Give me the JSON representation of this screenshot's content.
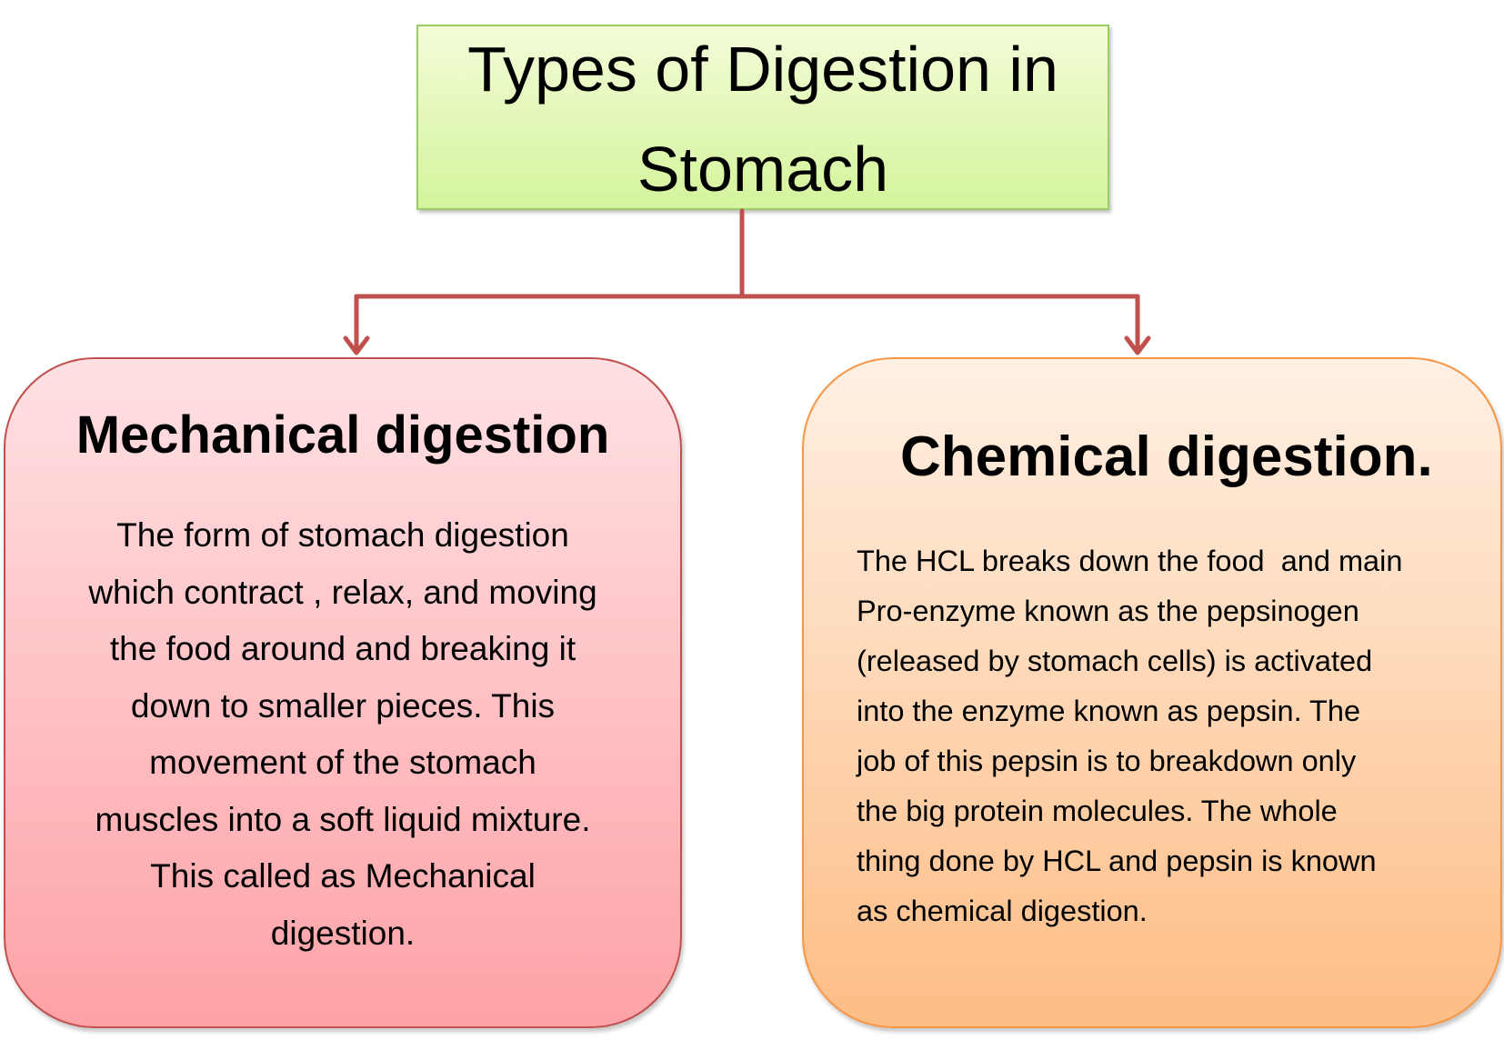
{
  "title": {
    "line1": "Types of Digestion in",
    "line2": "Stomach"
  },
  "colors": {
    "connector": "#c0504d",
    "title_fill": "#d4f49c",
    "title_border": "#9ccc65",
    "left_card_fill": "#fda2a6",
    "left_card_border": "#c0504d",
    "right_card_fill": "#fdbd85",
    "right_card_border": "#f79646"
  },
  "left_card": {
    "heading": "Mechanical digestion",
    "lines": [
      "The form of stomach digestion",
      "which contract , relax, and moving",
      "the food around and breaking it",
      "down to smaller pieces. This",
      "movement of the stomach",
      "muscles into a soft liquid mixture.",
      "This called as Mechanical",
      "digestion."
    ]
  },
  "right_card": {
    "heading": "Chemical digestion.",
    "lines": [
      "The HCL breaks down the food  and main",
      "Pro-enzyme known as the pepsinogen",
      "(released by stomach cells) is activated",
      "into the enzyme known as pepsin. The",
      "job of this pepsin is to breakdown only",
      "the big protein molecules. The whole",
      "thing done by HCL and pepsin is known",
      "as chemical digestion."
    ]
  }
}
